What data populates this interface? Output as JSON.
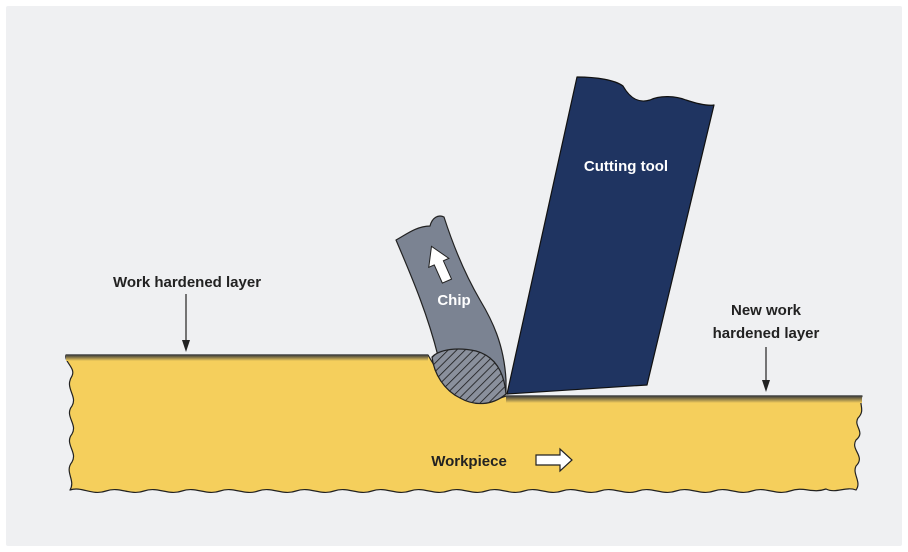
{
  "labels": {
    "work_hardened_layer": "Work hardened layer",
    "new_work_line1": "New work",
    "new_work_line2": "hardened layer",
    "chip": "Chip",
    "cutting_tool": "Cutting tool",
    "workpiece": "Workpiece"
  },
  "icons": {
    "chip_direction": "arrow-up-icon",
    "workpiece_direction": "arrow-right-icon",
    "pointer": "arrow-down-icon"
  },
  "colors": {
    "background_panel": "#eff0f2",
    "workpiece_fill": "#f5cf5c",
    "hardened_layer": "#555555",
    "chip_fill": "#7b8392",
    "tool_fill": "#1f3461",
    "outline": "#222222",
    "label_light": "#ffffff",
    "label_dark": "#222222"
  }
}
